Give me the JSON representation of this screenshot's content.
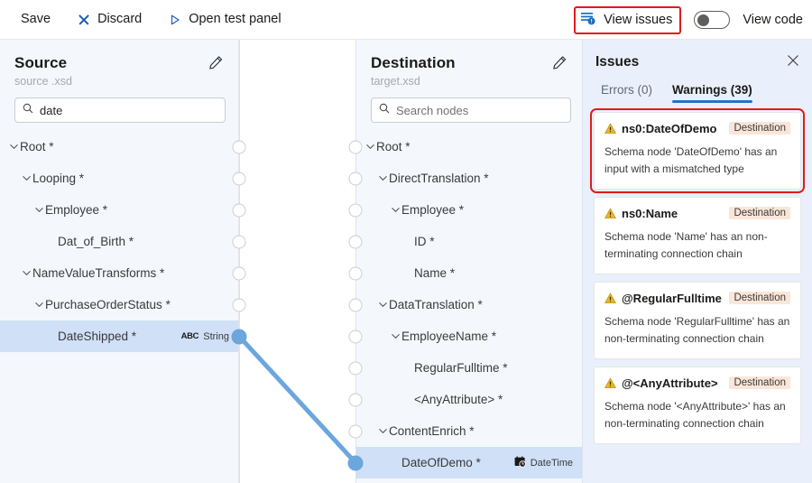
{
  "toolbar": {
    "save_label": "Save",
    "discard_label": "Discard",
    "open_test_panel_label": "Open test panel",
    "view_issues_label": "View issues",
    "view_code_label": "View code",
    "toggle_state": "off",
    "highlight_color": "#e01b1b"
  },
  "source_panel": {
    "title": "Source",
    "subtitle": "source .xsd",
    "search_value": "date",
    "nodes": [
      {
        "label": "Root *",
        "indent": 0,
        "chevron": "v",
        "selected": false
      },
      {
        "label": "Looping *",
        "indent": 1,
        "chevron": "v",
        "selected": false
      },
      {
        "label": "Employee *",
        "indent": 2,
        "chevron": "v",
        "selected": false
      },
      {
        "label": "Dat_of_Birth *",
        "indent": 3,
        "chevron": "",
        "selected": false
      },
      {
        "label": "NameValueTransforms *",
        "indent": 1,
        "chevron": "v",
        "selected": false
      },
      {
        "label": "PurchaseOrderStatus *",
        "indent": 2,
        "chevron": "v",
        "selected": false
      },
      {
        "label": "DateShipped *",
        "indent": 3,
        "chevron": "",
        "selected": true,
        "type_badge": "String",
        "type_icon": "abc-icon"
      }
    ]
  },
  "destination_panel": {
    "title": "Destination",
    "subtitle": "target.xsd",
    "search_placeholder": "Search nodes",
    "search_value": "",
    "nodes": [
      {
        "label": "Root *",
        "indent": 0,
        "chevron": "v",
        "selected": false
      },
      {
        "label": "DirectTranslation *",
        "indent": 1,
        "chevron": "v",
        "selected": false
      },
      {
        "label": "Employee *",
        "indent": 2,
        "chevron": "v",
        "selected": false
      },
      {
        "label": "ID *",
        "indent": 3,
        "chevron": "",
        "selected": false
      },
      {
        "label": "Name *",
        "indent": 3,
        "chevron": "",
        "selected": false
      },
      {
        "label": "DataTranslation *",
        "indent": 1,
        "chevron": "v",
        "selected": false
      },
      {
        "label": "EmployeeName *",
        "indent": 2,
        "chevron": "v",
        "selected": false
      },
      {
        "label": "RegularFulltime *",
        "indent": 3,
        "chevron": "",
        "selected": false
      },
      {
        "label": "<AnyAttribute> *",
        "indent": 3,
        "chevron": "",
        "selected": false
      },
      {
        "label": "ContentEnrich *",
        "indent": 1,
        "chevron": "v",
        "selected": false
      },
      {
        "label": "DateOfDemo *",
        "indent": 2,
        "chevron": "",
        "selected": true,
        "type_badge": "DateTime",
        "type_icon": "datetime-icon"
      }
    ]
  },
  "connection": {
    "from_node": "DateShipped *",
    "to_node": "DateOfDemo *",
    "color": "#6ba6dd"
  },
  "issues_panel": {
    "title": "Issues",
    "tabs": [
      {
        "label": "Errors (0)",
        "active": false
      },
      {
        "label": "Warnings (39)",
        "active": true
      }
    ],
    "cards": [
      {
        "node": "ns0:DateOfDemo",
        "tag": "Destination",
        "description": "Schema node 'DateOfDemo' has an input with a mismatched type",
        "highlighted": true
      },
      {
        "node": "ns0:Name",
        "tag": "Destination",
        "description": "Schema node 'Name' has an non-terminating connection chain",
        "highlighted": false
      },
      {
        "node": "@RegularFulltime",
        "tag": "Destination",
        "description": "Schema node 'RegularFulltime' has an non-terminating connection chain",
        "highlighted": false
      },
      {
        "node": "@<AnyAttribute>",
        "tag": "Destination",
        "description": "Schema node '<AnyAttribute>' has an non-terminating connection chain",
        "highlighted": false
      }
    ]
  }
}
